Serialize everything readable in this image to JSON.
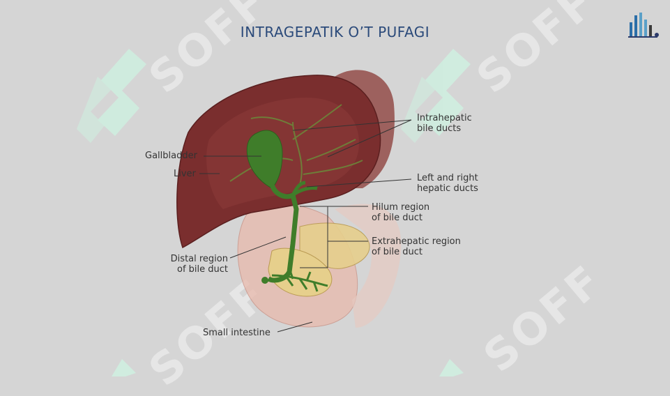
{
  "title": "INTRAGEPATIK O’T PUFAGI",
  "watermark": {
    "text": "SOFF",
    "color": "#e6e6e6",
    "mark_color": "#cfeee0"
  },
  "logo": {
    "icon": "bar-chart-logo-icon",
    "colors": [
      "#2b6ea8",
      "#5aa0c8",
      "#3a3a3a"
    ]
  },
  "diagram": {
    "labels": {
      "intrahepatic": "Intrahepatic\nbile ducts",
      "gallbladder": "Gallbladder",
      "liver": "Liver",
      "left_right_hepatic": "Left and right\nhepatic ducts",
      "hilum": "Hilum region\nof bile duct",
      "extrahepatic": "Extrahepatic region\nof bile duct",
      "distal": "Distal region\nof bile duct",
      "small_intestine": "Small intestine"
    },
    "colors": {
      "liver": "#7a2e2e",
      "bile": "#3f7d2a",
      "pancreas": "#e6cf8c",
      "intestine": "#e8b9ac"
    }
  }
}
